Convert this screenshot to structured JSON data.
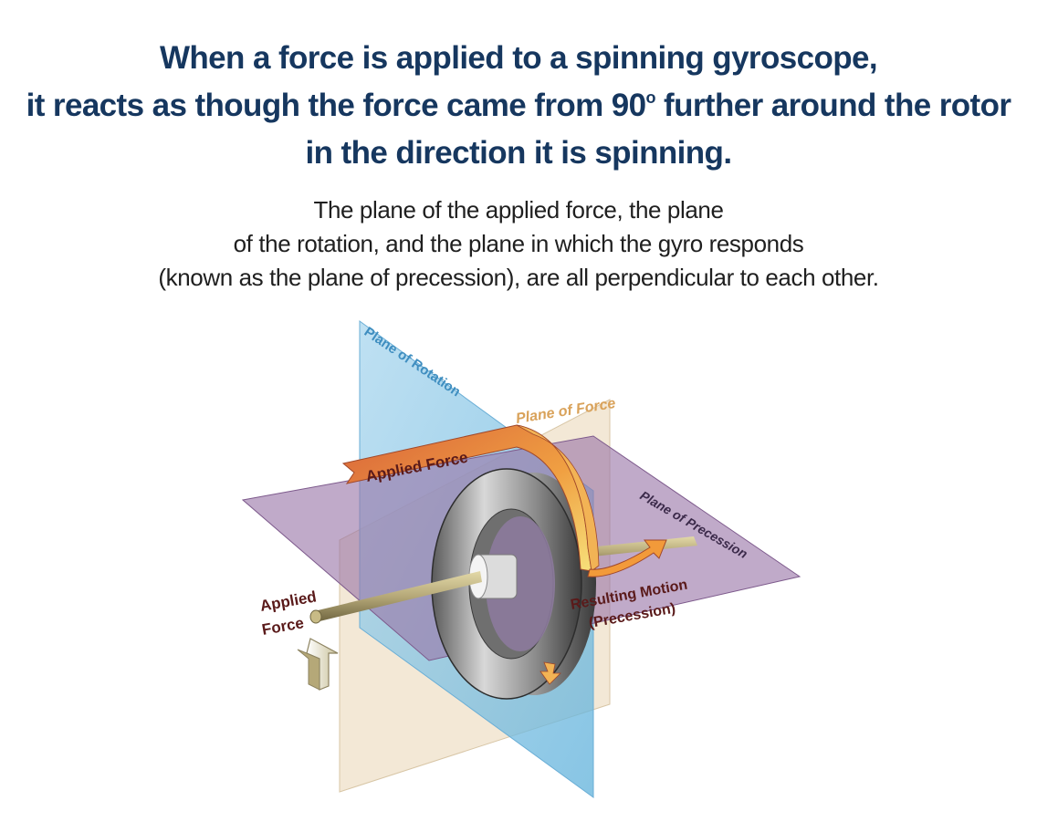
{
  "headline": {
    "line1": "When a force is applied to a spinning gyroscope,",
    "line2_prefix": "it reacts as though the force came from 90",
    "line2_superscript": "o",
    "line2_suffix": " further around the rotor",
    "line3": "in the direction it is spinning."
  },
  "subtext": {
    "line1": "The plane of the applied force, the plane",
    "line2": "of the rotation, and the plane in which the gyro responds",
    "line3": "(known as the plane of precession), are all perpendicular to each other."
  },
  "diagram": {
    "plane_rotation_label": "Plane of Rotation",
    "plane_force_label": "Plane of Force",
    "plane_precession_label": "Plane of Precession",
    "applied_force_banner": "Applied Force",
    "applied_force_left_line1": "Applied",
    "applied_force_left_line2": "Force",
    "resulting_motion_line1": "Resulting Motion",
    "resulting_motion_line2": "(Precession)",
    "colors": {
      "headline": "#16375f",
      "plane_rotation": "#7fbfe0",
      "plane_force": "#efe0c8",
      "plane_precession": "#9a76a8",
      "rotor": "#8a8a8a",
      "axle": "#b5a878",
      "force_arrow": "#e07a3c",
      "label_dark": "#5a1a1a"
    }
  }
}
